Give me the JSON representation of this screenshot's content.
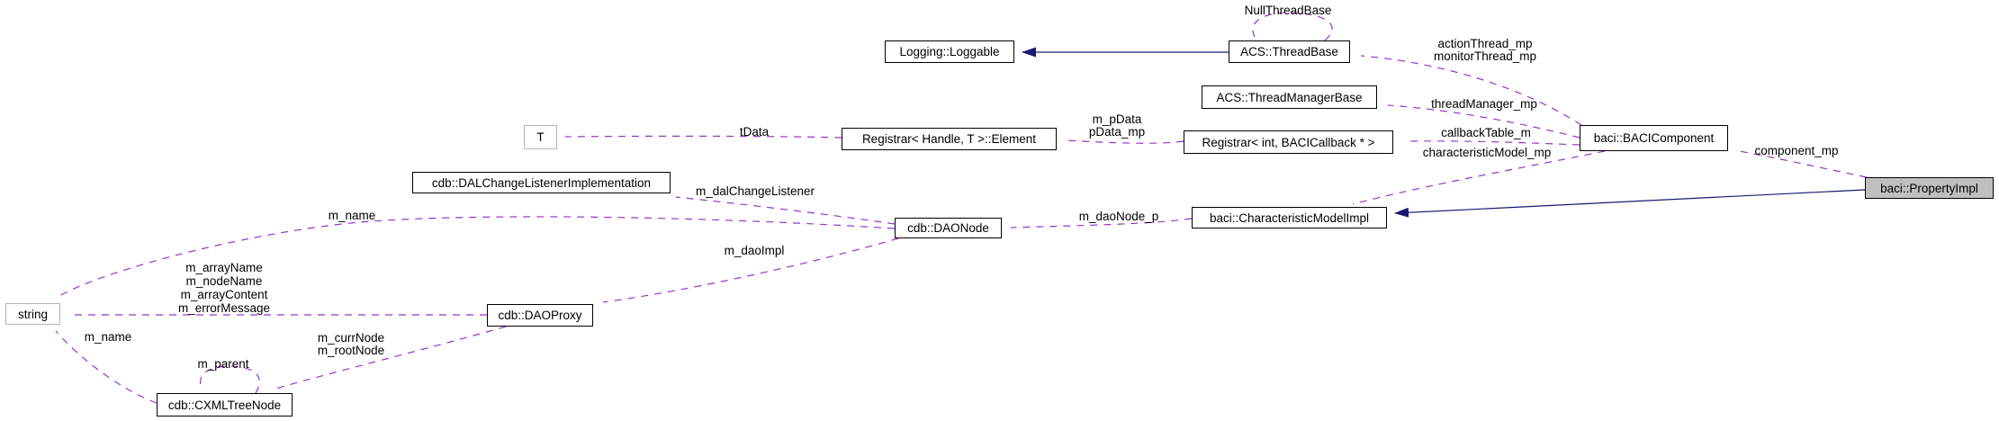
{
  "diagram": {
    "kind": "collaboration-graph",
    "colors": {
      "usage_edge": "#9a32cd",
      "inheritance_edge": "#191970",
      "node_border": "#000000",
      "external_node_border": "#b4b4b4",
      "current_node_fill": "#bfbfbf",
      "node_fill": "#ffffff",
      "background": "#ffffff"
    },
    "nodes": {
      "loggable": {
        "label": "Logging::Loggable"
      },
      "thread_base": {
        "label": "ACS::ThreadBase"
      },
      "thread_manager_base": {
        "label": "ACS::ThreadManagerBase"
      },
      "registrar_element": {
        "label": "Registrar< Handle, T >::Element"
      },
      "t": {
        "label": "T"
      },
      "registrar_int": {
        "label": "Registrar< int, BACICallback * >"
      },
      "baci_component": {
        "label": "baci::BACIComponent"
      },
      "property_impl": {
        "label": "baci::PropertyImpl"
      },
      "characteristic_model_impl": {
        "label": "baci::CharacteristicModelImpl"
      },
      "dal_change_listener_impl": {
        "label": "cdb::DALChangeListenerImplementation"
      },
      "dao_node": {
        "label": "cdb::DAONode"
      },
      "dao_proxy": {
        "label": "cdb::DAOProxy"
      },
      "string": {
        "label": "string"
      },
      "cxml_tree_node": {
        "label": "cdb::CXMLTreeNode"
      }
    },
    "edge_labels": {
      "null_thread_base": "NullThreadBase",
      "action_thread": "actionThread_mp",
      "monitor_thread": "monitorThread_mp",
      "thread_manager": "threadManager_mp",
      "m_pdata": "m_pData",
      "pdata_mp": "pData_mp",
      "tdata": "tData",
      "callback_table": "callbackTable_m",
      "characteristic_model": "characteristicModel_mp",
      "component_mp": "component_mp",
      "m_dal_change_listener": "m_dalChangeListener",
      "m_dao_node_p": "m_daoNode_p",
      "m_name_dao": "m_name",
      "m_dao_impl": "m_daoImpl",
      "m_array_name": "m_arrayName",
      "m_node_name": "m_nodeName",
      "m_array_content": "m_arrayContent",
      "m_error_message": "m_errorMessage",
      "m_curr_node": "m_currNode",
      "m_root_node": "m_rootNode",
      "m_name_tree": "m_name",
      "m_parent": "m_parent"
    }
  }
}
